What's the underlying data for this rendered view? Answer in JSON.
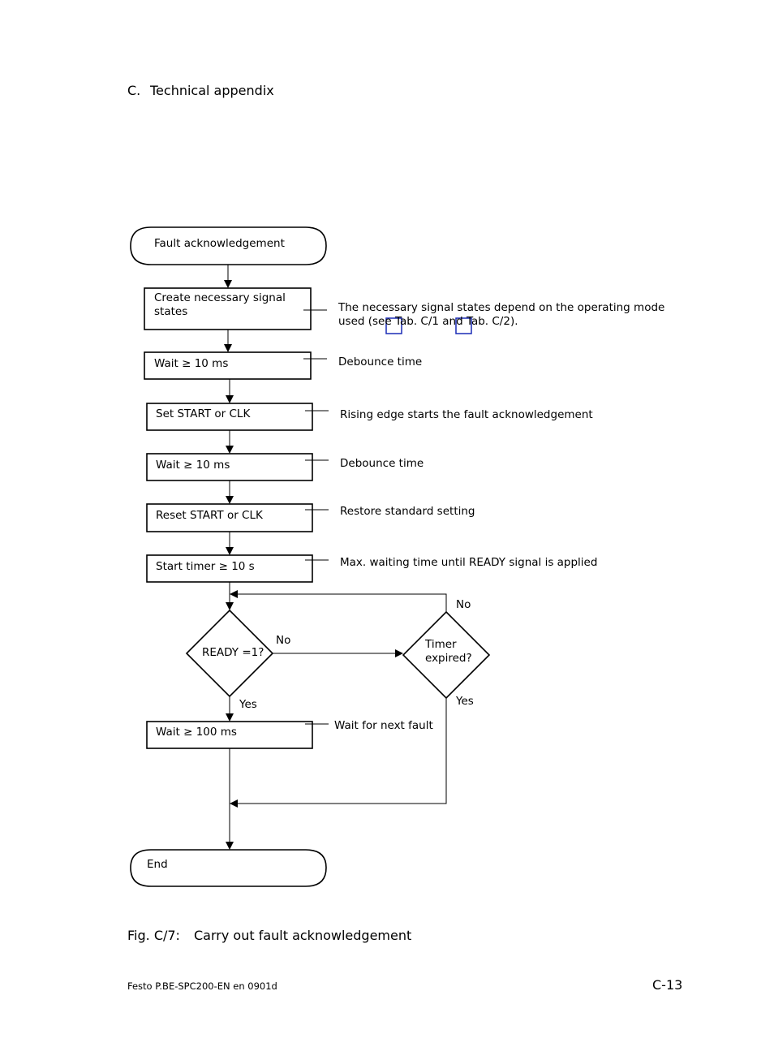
{
  "header": {
    "section_number": "C.",
    "section_title": "Technical appendix"
  },
  "flowchart": {
    "start_label": "Fault acknowledgement",
    "end_label": "End",
    "steps": [
      {
        "label": "Create necessary signal states",
        "note": "The necessary signal states depend on the operating mode used (see Tab. C/1 and Tab. C/2)."
      },
      {
        "label": "Wait ≥ 10 ms",
        "note": "Debounce time"
      },
      {
        "label": "Set START or CLK",
        "note": "Rising edge starts the fault acknowledgement"
      },
      {
        "label": "Wait ≥ 10 ms",
        "note": "Debounce time"
      },
      {
        "label": "Reset START or CLK",
        "note": "Restore standard setting"
      },
      {
        "label": "Start timer ≥ 10 s",
        "note": "Max. waiting time until READY signal is applied"
      }
    ],
    "decision_ready": "READY =1?",
    "decision_timer": "Timer expired?",
    "no_label": "No",
    "yes_label": "Yes",
    "final_step": {
      "label": "Wait ≥ 100 ms",
      "note": "Wait for next fault"
    }
  },
  "caption": {
    "figure_number": "Fig. C/7:",
    "title": "Carry out fault acknowledgement"
  },
  "footer": {
    "doc_id": "Festo P.BE-SPC200-EN  en 0901d",
    "page_number": "C-13"
  }
}
